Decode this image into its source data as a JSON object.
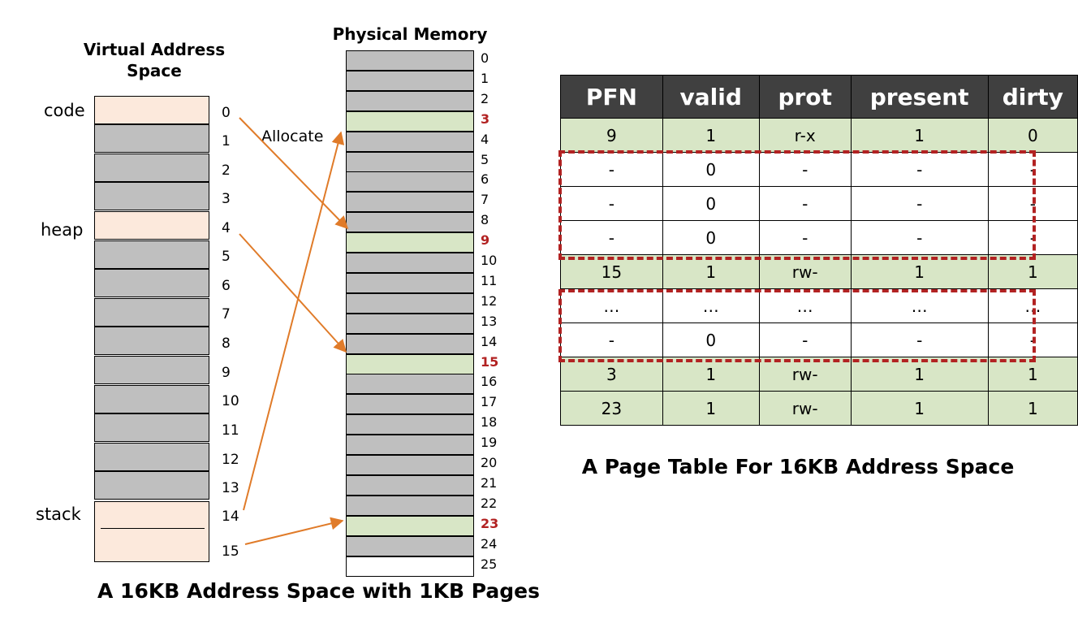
{
  "virtual_space": {
    "title": "Virtual Address Space",
    "segment_labels": {
      "code": "code",
      "heap": "heap",
      "stack": "stack"
    },
    "page_numbers": [
      "0",
      "1",
      "2",
      "3",
      "4",
      "5",
      "6",
      "7",
      "8",
      "9",
      "10",
      "11",
      "12",
      "13",
      "14",
      "15"
    ],
    "used_pages": [
      0,
      4,
      14,
      15
    ]
  },
  "physical_memory": {
    "title": "Physical Memory",
    "frame_numbers": [
      "0",
      "1",
      "2",
      "3",
      "4",
      "5",
      "6",
      "7",
      "8",
      "9",
      "10",
      "11",
      "12",
      "13",
      "14",
      "15",
      "16",
      "17",
      "18",
      "19",
      "20",
      "21",
      "22",
      "23",
      "24",
      "25"
    ],
    "allocated_frames": [
      3,
      9,
      15,
      23
    ],
    "free_frames": [
      25
    ]
  },
  "allocate_label": "Allocate",
  "left_caption": "A 16KB Address Space with 1KB Pages",
  "page_table": {
    "headers": [
      "PFN",
      "valid",
      "prot",
      "present",
      "dirty"
    ],
    "rows": [
      {
        "cells": [
          "9",
          "1",
          "r-x",
          "1",
          "0"
        ],
        "style": "green"
      },
      {
        "cells": [
          "-",
          "0",
          "-",
          "-",
          "-"
        ],
        "style": "white"
      },
      {
        "cells": [
          "-",
          "0",
          "-",
          "-",
          "-"
        ],
        "style": "white"
      },
      {
        "cells": [
          "-",
          "0",
          "-",
          "-",
          "-"
        ],
        "style": "white"
      },
      {
        "cells": [
          "15",
          "1",
          "rw-",
          "1",
          "1"
        ],
        "style": "green"
      },
      {
        "cells": [
          "…",
          "…",
          "…",
          "…",
          "…"
        ],
        "style": "white"
      },
      {
        "cells": [
          "-",
          "0",
          "-",
          "-",
          "-"
        ],
        "style": "white"
      },
      {
        "cells": [
          "3",
          "1",
          "rw-",
          "1",
          "1"
        ],
        "style": "green"
      },
      {
        "cells": [
          "23",
          "1",
          "rw-",
          "1",
          "1"
        ],
        "style": "green"
      }
    ]
  },
  "right_caption": "A Page Table For 16KB Address Space",
  "colors": {
    "used_virtual": "#fce9dc",
    "unused": "#bfbfbf",
    "allocated": "#d8e6c6",
    "highlight": "#b22222",
    "arrow": "#e07b29",
    "header_bg": "#404040"
  }
}
